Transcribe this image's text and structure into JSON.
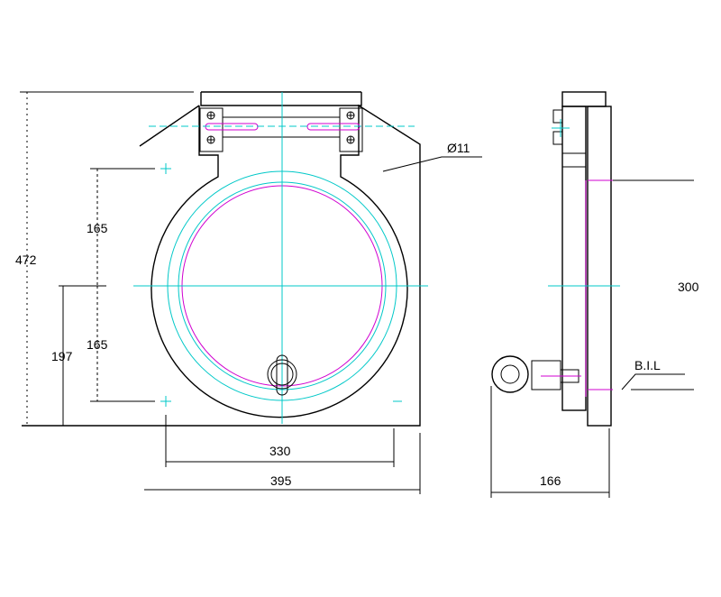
{
  "drawing": {
    "front_view": {
      "dim_total_height": "472",
      "dim_upper_half": "165",
      "dim_lower_half": "165",
      "dim_bottom_to_center": "197",
      "dim_hole_spacing": "330",
      "dim_overall_width": "395",
      "hole_callout": "Ø11"
    },
    "side_view": {
      "dim_flange_height": "300",
      "dim_depth": "166",
      "level_label": "B.I.L"
    },
    "colors": {
      "outline": "#000000",
      "centerline": "#00c8c8",
      "seal": "#d000d0"
    }
  }
}
